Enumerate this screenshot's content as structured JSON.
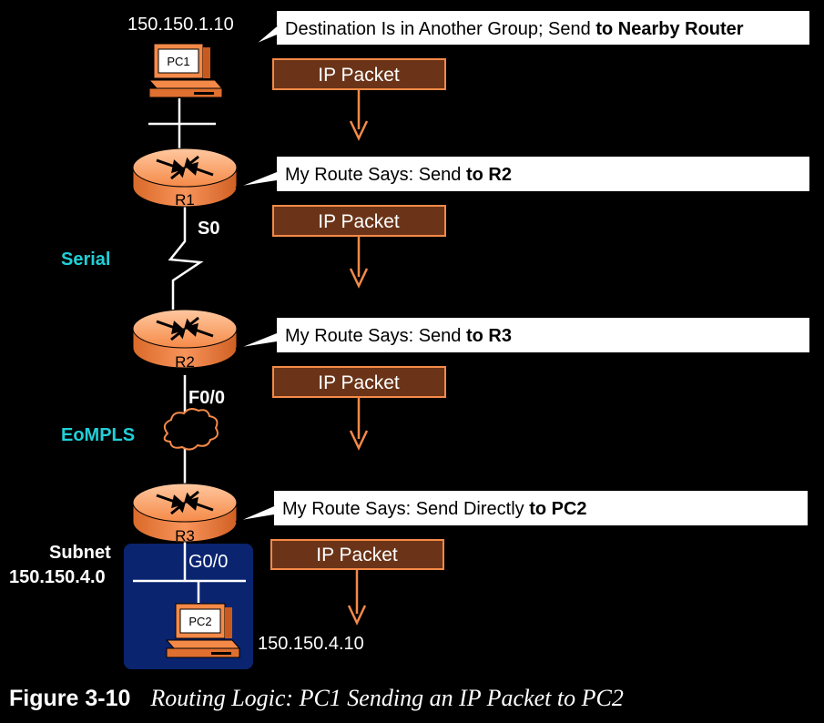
{
  "labels": {
    "pc1_ip": "150.150.1.10",
    "pc2_ip": "150.150.4.10",
    "pc1": "PC1",
    "pc2": "PC2",
    "r1": "R1",
    "r2": "R2",
    "r3": "R3",
    "s0": "S0",
    "f00": "F0/0",
    "g00": "G0/0",
    "serial": "Serial",
    "eompls": "EoMPLS",
    "subnet_line1": "Subnet",
    "subnet_line2": "150.150.4.0"
  },
  "callouts": [
    {
      "text": "Destination Is in Another Group; Send ",
      "bold": "to Nearby Router"
    },
    {
      "text": "My Route Says: Send ",
      "bold": "to R2"
    },
    {
      "text": "My Route Says: Send ",
      "bold": "to R3"
    },
    {
      "text": "My Route Says: Send Directly ",
      "bold": "to PC2"
    }
  ],
  "packets": [
    "IP Packet",
    "IP Packet",
    "IP Packet",
    "IP Packet"
  ],
  "caption": {
    "number": "Figure 3-10",
    "title": "Routing Logic: PC1 Sending an IP Packet to PC2"
  },
  "colors": {
    "router": "#f58a48",
    "packet_fill": "#6b3418",
    "packet_border": "#f58a48",
    "arrow": "#f58a48",
    "subnet_box": "#0a2470",
    "cyan_text": "#20d0d8"
  }
}
